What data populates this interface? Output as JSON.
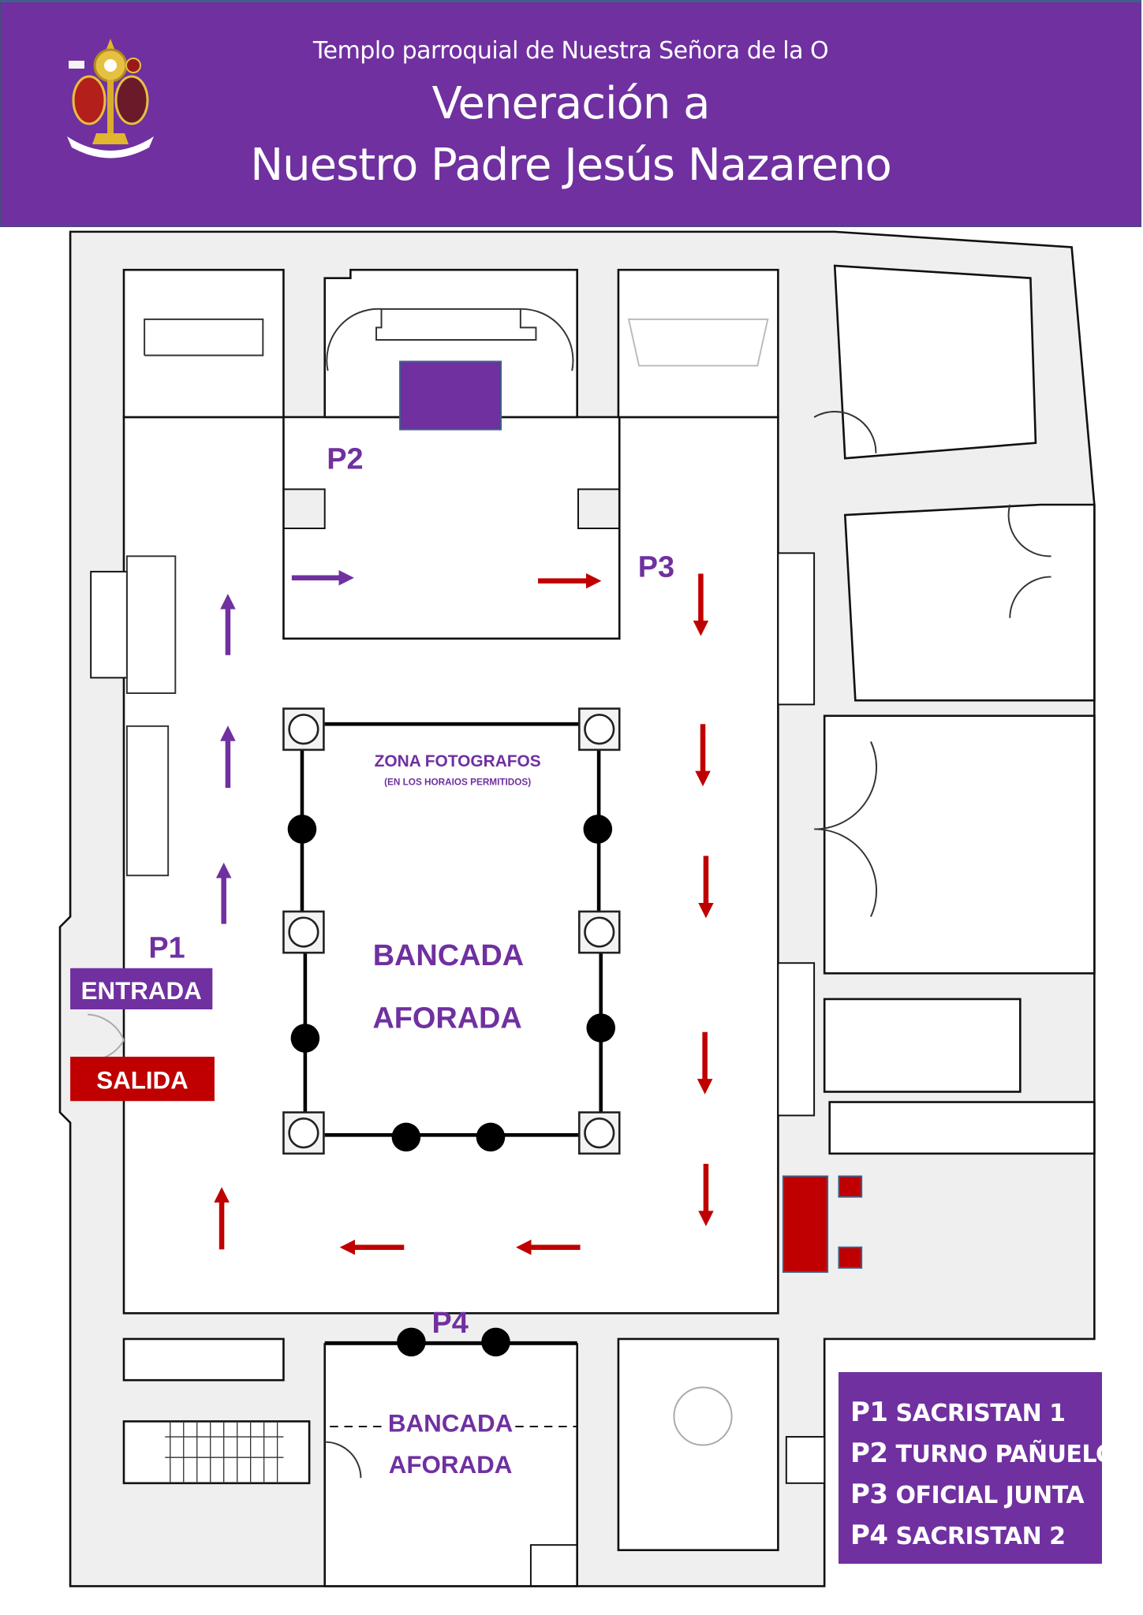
{
  "header": {
    "subtitle": "Templo parroquial de Nuestra Señora de la O",
    "title_line1": "Veneración a",
    "title_line2": "Nuestro Padre Jesús Nazareno"
  },
  "colors": {
    "purple": "#7030A0",
    "red": "#C00000",
    "wall": "#efefef"
  },
  "plan": {
    "positions": {
      "p1": "P1",
      "p2": "P2",
      "p3": "P3",
      "p4": "P4"
    },
    "entrada": "ENTRADA",
    "salida": "SALIDA",
    "zona_fotografos": "ZONA FOTOGRAFOS",
    "zona_fotografos_note": "(EN LOS HORAIOS PERMITIDOS)",
    "bancada_main": [
      "BANCADA",
      "AFORADA"
    ],
    "bancada_bottom": [
      "BANCADA",
      "AFORADA"
    ]
  },
  "legend": [
    {
      "code": "P1",
      "role": "SACRISTAN 1"
    },
    {
      "code": "P2",
      "role": "TURNO PAÑUELO"
    },
    {
      "code": "P3",
      "role": "OFICIAL JUNTA"
    },
    {
      "code": "P4",
      "role": "SACRISTAN 2"
    }
  ]
}
